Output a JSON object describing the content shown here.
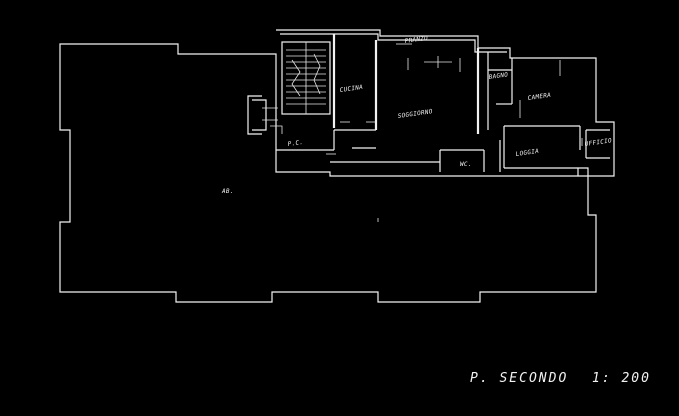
{
  "rooms": {
    "terrace": "AB.",
    "kitchen": "CUCINA",
    "living": "SOGGIORNO",
    "bedroom": "CAMERA",
    "bath": "BAGNO",
    "closet": "WC.",
    "loggia": "LOGGIA",
    "dining": "PRANZO",
    "office": "UFFICIO",
    "lift": "P.C."
  },
  "caption": {
    "floor": "P.  SECONDO",
    "scale": "1: 200"
  },
  "colors": {
    "background": "#000000",
    "lines": "#f2f2f2"
  }
}
